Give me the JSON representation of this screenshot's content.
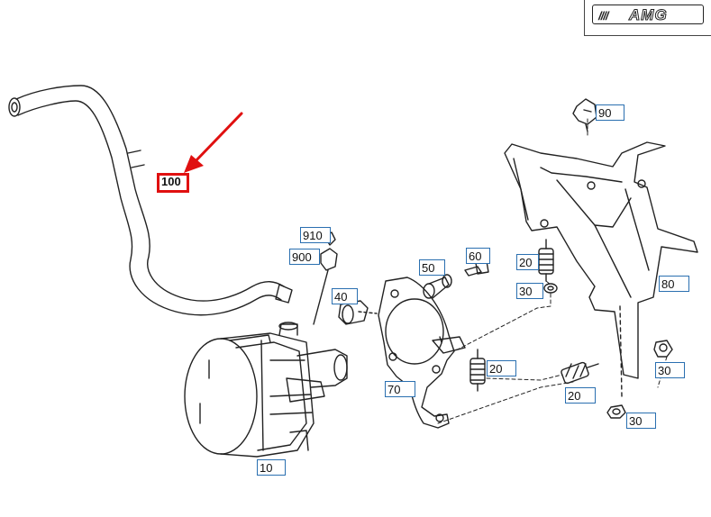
{
  "brand": {
    "logo_text": "AMG",
    "logo_stripes": "////"
  },
  "colors": {
    "callout_border": "#2a6fb0",
    "highlight": "#e01010",
    "line": "#222222"
  },
  "callouts": {
    "c100": "100",
    "c90": "90",
    "c910": "910",
    "c900": "900",
    "c60": "60",
    "c50": "50",
    "c40": "40",
    "c20a": "20",
    "c30a": "30",
    "c80": "80",
    "c20b": "20",
    "c70": "70",
    "c20c": "20",
    "c30b": "30",
    "c30c": "30",
    "c10": "10"
  }
}
